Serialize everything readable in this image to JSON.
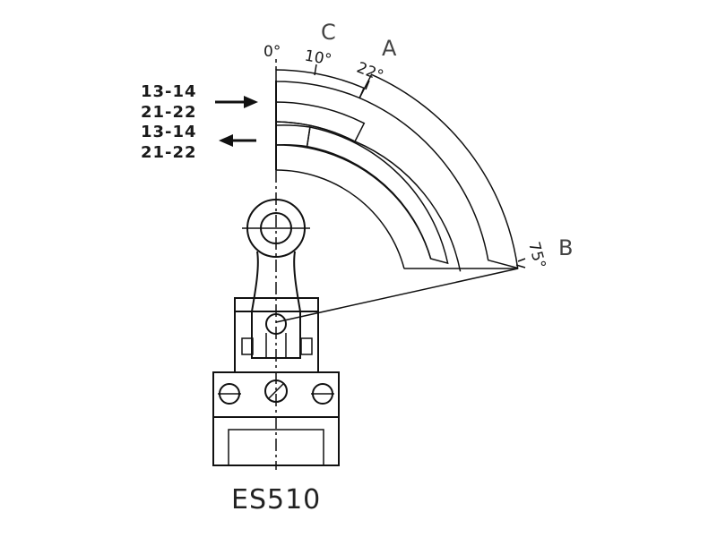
{
  "diagram": {
    "title": "",
    "model": "ES510",
    "angles": {
      "a0": "0°",
      "a10": "10°",
      "a22": "22°",
      "a75": "75°"
    },
    "zones": {
      "c": "C",
      "a": "A",
      "b": "B"
    },
    "contacts": {
      "push_first": "13-14",
      "push_second": "21-22",
      "return_first": "13-14",
      "return_second": "21-22"
    },
    "colors": {
      "line": "#111111",
      "hatch": "#222222",
      "background": "#ffffff"
    },
    "icons": {
      "push_arrow": "arrow-right-icon",
      "return_arrow": "arrow-left-icon",
      "roller": "roller-icon"
    }
  }
}
